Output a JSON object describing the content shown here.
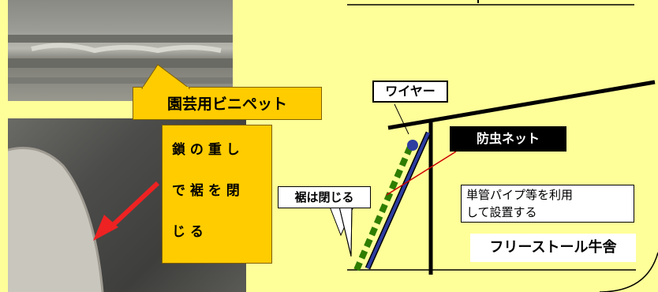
{
  "labels": {
    "engei_pinet": "園芸用ビニペット",
    "chain_line1": "鎖 の 重 し",
    "chain_line2": "で 裾 を 閉",
    "chain_line3": "じ る",
    "wire": "ワイヤー",
    "insect_net": "防虫ネット",
    "hem_close": "裾は閉じる",
    "pipe_line1": "単管パイプ等を利用",
    "pipe_line2": "して設置する",
    "freestall": "フリーストール牛舎"
  },
  "colors": {
    "background": "#ffff99",
    "label_box": "#ffcc00",
    "insect_net_box": "#000000",
    "insect_net_text": "#ffffff",
    "net_line": "#2e3da0",
    "pointer_line": "#cc0000",
    "arrow": "#ee2222",
    "hem_dashes": "#2e7d00"
  }
}
